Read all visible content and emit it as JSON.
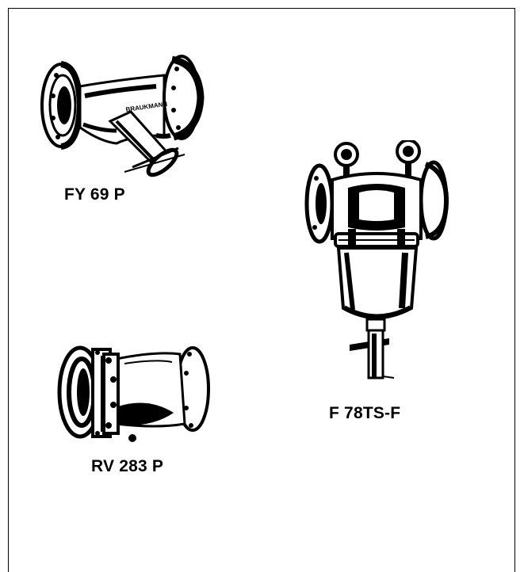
{
  "products": [
    {
      "label": "FY 69 P",
      "type": "y-strainer",
      "brand_text": "BRAUKMANN"
    },
    {
      "label": "F 78TS-F",
      "type": "fine-filter-with-gauges"
    },
    {
      "label": "RV 283 P",
      "type": "flanged-check-valve"
    }
  ],
  "colors": {
    "ink": "#000000",
    "paper": "#ffffff",
    "frame": "#000000"
  }
}
